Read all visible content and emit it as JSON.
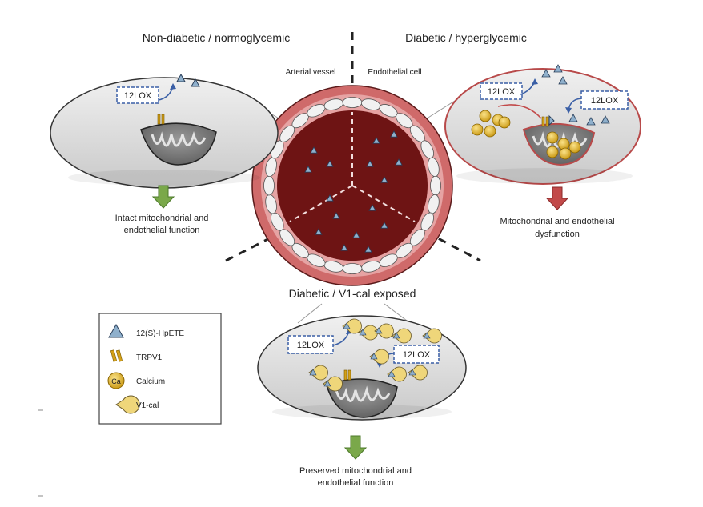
{
  "panels": {
    "top_left_title": "Non-diabetic / normoglycemic",
    "top_right_title": "Diabetic / hyperglycemic",
    "bottom_title": "Diabetic / V1-cal exposed"
  },
  "vessel": {
    "arterial_label": "Arterial vessel",
    "endothelial_label": "Endothelial cell"
  },
  "enzyme_label": "12LOX",
  "outcomes": {
    "left": [
      "Intact mitochondrial and",
      "endothelial function"
    ],
    "right": [
      "Mitochondrial and endothelial",
      "dysfunction"
    ],
    "bottom": [
      "Preserved mitochondrial and",
      "endothelial function"
    ]
  },
  "legend": {
    "items": [
      {
        "icon": "triangle-icon",
        "label": "12(S)-HpETE"
      },
      {
        "icon": "trpv1-channel-icon",
        "label": "TRPV1"
      },
      {
        "icon": "calcium-icon",
        "label": "Calcium",
        "symbol": "Ca"
      },
      {
        "icon": "v1cal-icon",
        "label": "V1-cal"
      }
    ]
  },
  "colors": {
    "vessel_lumen": "#6e1414",
    "vessel_wall": "#cf6a6a",
    "arrow_green": "#7aa84a",
    "arrow_red": "#c24a4a",
    "enzyme_box_border": "#3a5fa6",
    "triangle": "#8fb0cc",
    "calcium": "#e6b820",
    "v1cal": "#efd67a"
  }
}
